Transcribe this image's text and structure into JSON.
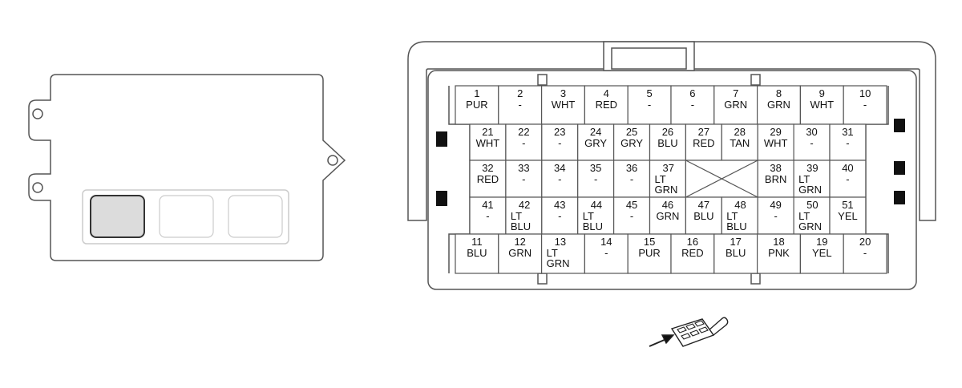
{
  "diagram": {
    "module": {
      "connector_slots": [
        {
          "state": "highlighted",
          "fill": "#dcdcdc"
        },
        {
          "state": "empty",
          "fill": "#ffffff"
        },
        {
          "state": "empty",
          "fill": "#ffffff"
        }
      ]
    },
    "connector": {
      "rows": [
        {
          "pins": [
            {
              "num": "1",
              "lines": [
                "PUR"
              ]
            },
            {
              "num": "2",
              "lines": [
                "-"
              ]
            },
            {
              "num": "3",
              "lines": [
                "WHT"
              ]
            },
            {
              "num": "4",
              "lines": [
                "RED"
              ]
            },
            {
              "num": "5",
              "lines": [
                "-"
              ]
            },
            {
              "num": "6",
              "lines": [
                "-"
              ]
            },
            {
              "num": "7",
              "lines": [
                "GRN"
              ]
            },
            {
              "num": "8",
              "lines": [
                "GRN"
              ]
            },
            {
              "num": "9",
              "lines": [
                "WHT"
              ]
            },
            {
              "num": "10",
              "lines": [
                "-"
              ]
            }
          ]
        },
        {
          "pins": [
            {
              "num": "21",
              "lines": [
                "WHT"
              ]
            },
            {
              "num": "22",
              "lines": [
                "-"
              ]
            },
            {
              "num": "23",
              "lines": [
                "-"
              ]
            },
            {
              "num": "24",
              "lines": [
                "GRY"
              ]
            },
            {
              "num": "25",
              "lines": [
                "GRY"
              ]
            },
            {
              "num": "26",
              "lines": [
                "BLU"
              ]
            },
            {
              "num": "27",
              "lines": [
                "RED"
              ]
            },
            {
              "num": "28",
              "lines": [
                "TAN"
              ]
            },
            {
              "num": "29",
              "lines": [
                "WHT"
              ]
            },
            {
              "num": "30",
              "lines": [
                "-"
              ]
            },
            {
              "num": "31",
              "lines": [
                "-"
              ]
            }
          ]
        },
        {
          "pins": [
            {
              "num": "32",
              "lines": [
                "RED"
              ]
            },
            {
              "num": "33",
              "lines": [
                "-"
              ]
            },
            {
              "num": "34",
              "lines": [
                "-"
              ]
            },
            {
              "num": "35",
              "lines": [
                "-"
              ]
            },
            {
              "num": "36",
              "lines": [
                "-"
              ]
            },
            {
              "num": "37",
              "lines": [
                "LT",
                "GRN"
              ]
            },
            {
              "num": "",
              "lines": [],
              "blocked": true,
              "span": 2
            },
            {
              "num": "38",
              "lines": [
                "BRN"
              ]
            },
            {
              "num": "39",
              "lines": [
                "LT",
                "GRN"
              ]
            },
            {
              "num": "40",
              "lines": [
                "-"
              ]
            }
          ]
        },
        {
          "pins": [
            {
              "num": "41",
              "lines": [
                "-"
              ]
            },
            {
              "num": "42",
              "lines": [
                "LT",
                "BLU"
              ]
            },
            {
              "num": "43",
              "lines": [
                "-"
              ]
            },
            {
              "num": "44",
              "lines": [
                "LT",
                "BLU"
              ]
            },
            {
              "num": "45",
              "lines": [
                "-"
              ]
            },
            {
              "num": "46",
              "lines": [
                "GRN"
              ]
            },
            {
              "num": "47",
              "lines": [
                "BLU"
              ]
            },
            {
              "num": "48",
              "lines": [
                "LT",
                "BLU"
              ]
            },
            {
              "num": "49",
              "lines": [
                "-"
              ]
            },
            {
              "num": "50",
              "lines": [
                "LT",
                "GRN"
              ]
            },
            {
              "num": "51",
              "lines": [
                "YEL"
              ]
            }
          ]
        },
        {
          "pins": [
            {
              "num": "11",
              "lines": [
                "BLU"
              ]
            },
            {
              "num": "12",
              "lines": [
                "GRN"
              ]
            },
            {
              "num": "13",
              "lines": [
                "LT",
                "GRN"
              ]
            },
            {
              "num": "14",
              "lines": [
                "-"
              ]
            },
            {
              "num": "15",
              "lines": [
                "PUR"
              ]
            },
            {
              "num": "16",
              "lines": [
                "RED"
              ]
            },
            {
              "num": "17",
              "lines": [
                "BLU"
              ]
            },
            {
              "num": "18",
              "lines": [
                "PNK"
              ]
            },
            {
              "num": "19",
              "lines": [
                "YEL"
              ]
            },
            {
              "num": "20",
              "lines": [
                "-"
              ]
            }
          ]
        }
      ]
    },
    "view_icon": "connector-terminal-side-view-icon",
    "colors": {
      "stroke": "#555555",
      "dark": "#111111",
      "slot_highlight": "#dcdcdc",
      "slot_border": "#cccccc"
    }
  }
}
